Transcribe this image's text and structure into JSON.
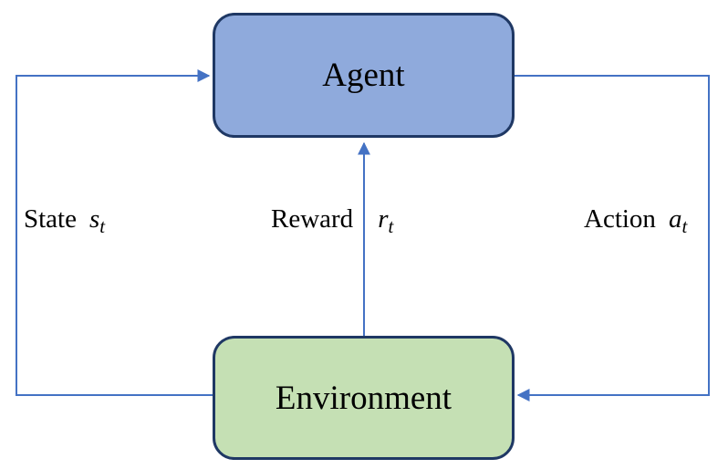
{
  "diagram": {
    "nodes": {
      "agent": {
        "label": "Agent",
        "fill": "#8faadc",
        "border": "#1f3864"
      },
      "environment": {
        "label": "Environment",
        "fill": "#c5e0b4",
        "border": "#1f3864"
      }
    },
    "edges": {
      "state": {
        "label": "State",
        "symbol": "s",
        "subscript": "t",
        "from": "Environment",
        "to": "Agent"
      },
      "reward": {
        "label": "Reward",
        "symbol": "r",
        "subscript": "t",
        "from": "Environment",
        "to": "Agent"
      },
      "action": {
        "label": "Action",
        "symbol": "a",
        "subscript": "t",
        "from": "Agent",
        "to": "Environment"
      }
    },
    "colors": {
      "connector": "#4472c4",
      "node_border": "#1f3864",
      "agent_fill": "#8faadc",
      "environment_fill": "#c5e0b4",
      "text": "#000000",
      "background": "#ffffff"
    }
  }
}
